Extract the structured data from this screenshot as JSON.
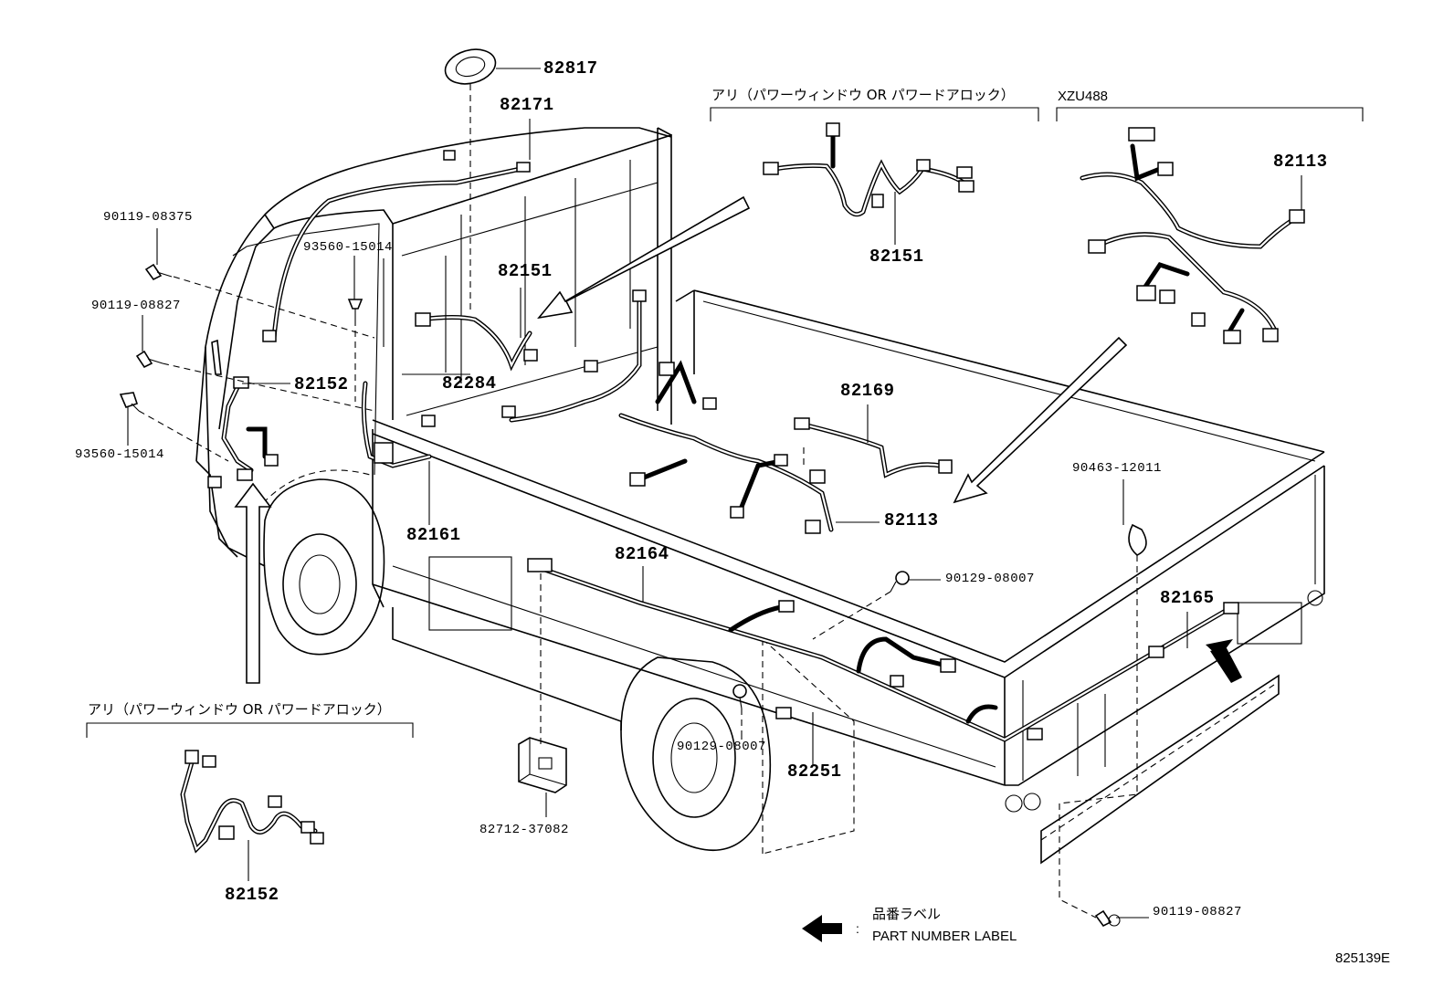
{
  "labels": {
    "p82817": "82817",
    "p82171": "82171",
    "p90119_08375": "90119-08375",
    "p93560_15014_top": "93560-15014",
    "p90119_08827_left": "90119-08827",
    "p82151_cab": "82151",
    "p82152_cab": "82152",
    "p82284": "82284",
    "p93560_15014_left": "93560-15014",
    "p82161": "82161",
    "p82164": "82164",
    "p82169": "82169",
    "p82113_bed": "82113",
    "p90129_08007_right": "90129-08007",
    "p90129_08007_lower": "90129-08007",
    "p82251": "82251",
    "p82712_37082": "82712-37082",
    "p90463_12011": "90463-12011",
    "p82165": "82165",
    "p90119_08827_bottom": "90119-08827",
    "opt_title_top": "アリ（パワーウィンドウ OR パワードアロック）",
    "p82151_opt": "82151",
    "xzu_title": "XZU488",
    "p82113_opt": "82113",
    "opt_title_left": "アリ（パワーウィンドウ OR パワードアロック）",
    "p82152_opt": "82152",
    "legend_jp": "品番ラベル",
    "legend_en": "PART NUMBER LABEL",
    "legend_colon": ":",
    "figure_id": "825139E"
  }
}
